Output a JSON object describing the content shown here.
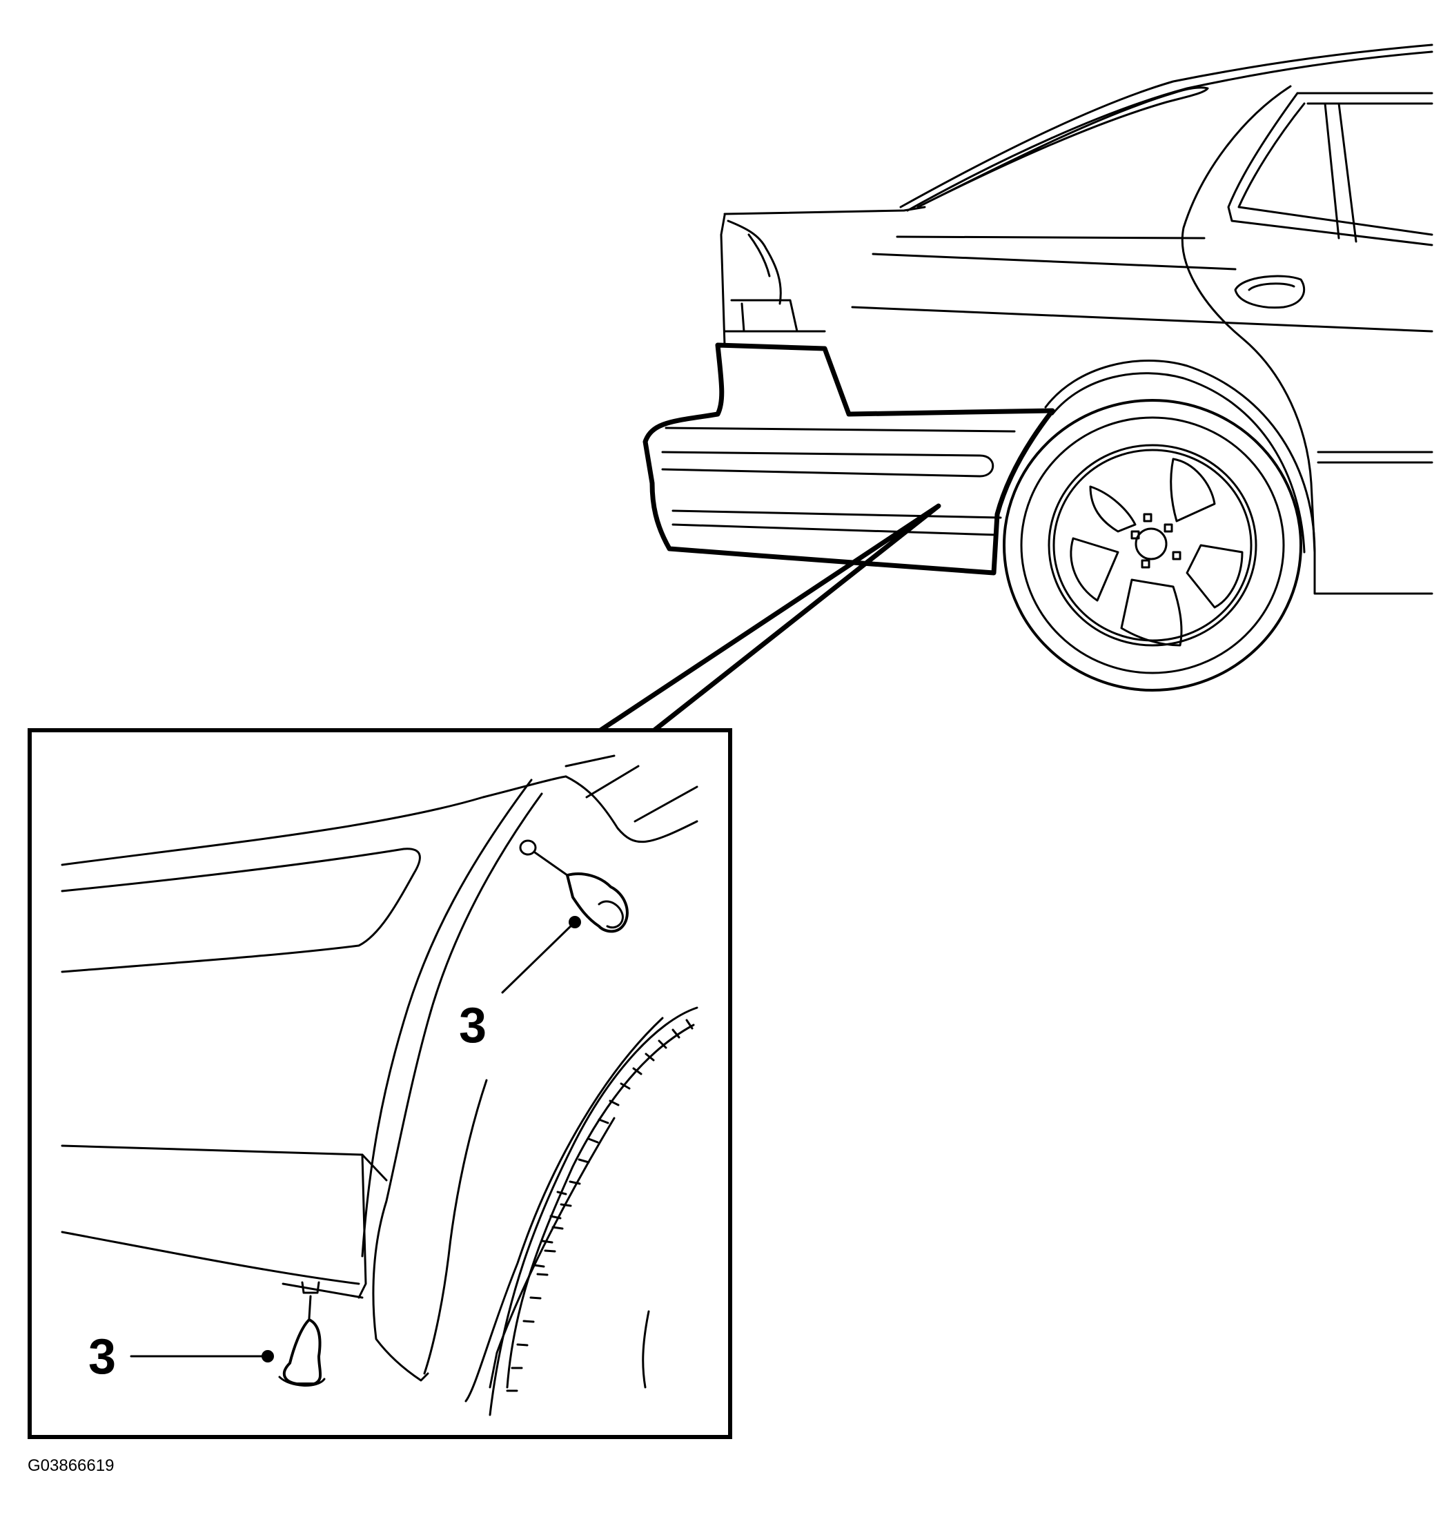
{
  "callouts": [
    {
      "label": "3"
    },
    {
      "label": "3"
    }
  ],
  "figure_id": "G03866619"
}
